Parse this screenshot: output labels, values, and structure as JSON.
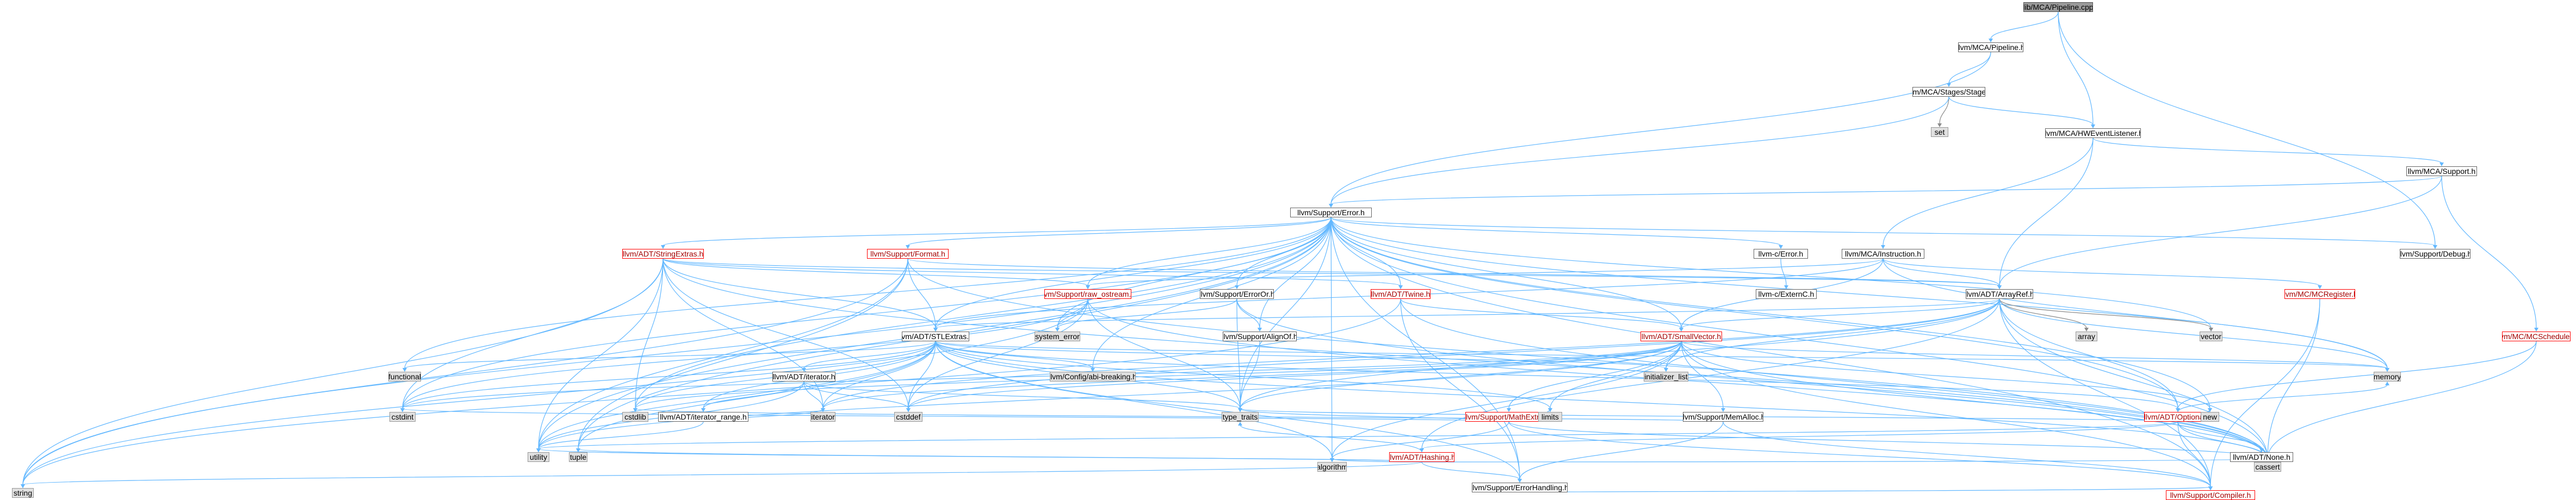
{
  "colors": {
    "edge_blue": "#63b8ff",
    "edge_grey": "#8a8a8a",
    "node_border": "#666666",
    "node_red": "#ff0000",
    "node_grey_fill": "#e0e0e0",
    "root_fill": "#9a9a9a"
  },
  "nodes": [
    {
      "id": "root",
      "label": "lib/MCA/Pipeline.cpp",
      "style": "root"
    },
    {
      "id": "pipeline",
      "label": "llvm/MCA/Pipeline.h",
      "style": "normal"
    },
    {
      "id": "stage",
      "label": "llvm/MCA/Stages/Stage.h",
      "style": "normal"
    },
    {
      "id": "set",
      "label": "set",
      "style": "grey"
    },
    {
      "id": "hwevent",
      "label": "llvm/MCA/HWEventListener.h",
      "style": "normal"
    },
    {
      "id": "support",
      "label": "llvm/MCA/Support.h",
      "style": "normal"
    },
    {
      "id": "error",
      "label": "llvm/Support/Error.h",
      "style": "normal"
    },
    {
      "id": "debug",
      "label": "llvm/Support/Debug.h",
      "style": "normal"
    },
    {
      "id": "instruction",
      "label": "llvm/MCA/Instruction.h",
      "style": "normal"
    },
    {
      "id": "cerror",
      "label": "llvm-c/Error.h",
      "style": "normal"
    },
    {
      "id": "cexternc",
      "label": "llvm-c/ExternC.h",
      "style": "normal"
    },
    {
      "id": "arrayref",
      "label": "llvm/ADT/ArrayRef.h",
      "style": "normal"
    },
    {
      "id": "stringextras",
      "label": "llvm/ADT/StringExtras.h",
      "style": "red"
    },
    {
      "id": "format",
      "label": "llvm/Support/Format.h",
      "style": "red"
    },
    {
      "id": "twine",
      "label": "llvm/ADT/Twine.h",
      "style": "red"
    },
    {
      "id": "rawostream",
      "label": "llvm/Support/raw_ostream.h",
      "style": "red"
    },
    {
      "id": "erroror",
      "label": "llvm/Support/ErrorOr.h",
      "style": "normal"
    },
    {
      "id": "mcregister",
      "label": "llvm/MC/MCRegister.h",
      "style": "red"
    },
    {
      "id": "mcschedule",
      "label": "llvm/MC/MCSchedule.h",
      "style": "red"
    },
    {
      "id": "array",
      "label": "array",
      "style": "grey"
    },
    {
      "id": "vector",
      "label": "vector",
      "style": "grey"
    },
    {
      "id": "systemerror",
      "label": "system_error",
      "style": "grey"
    },
    {
      "id": "stlextras",
      "label": "llvm/ADT/STLExtras.h",
      "style": "normal"
    },
    {
      "id": "smallvector",
      "label": "llvm/ADT/SmallVector.h",
      "style": "red"
    },
    {
      "id": "alignof",
      "label": "llvm/Support/AlignOf.h",
      "style": "normal"
    },
    {
      "id": "functional",
      "label": "functional",
      "style": "grey"
    },
    {
      "id": "adtiterator",
      "label": "llvm/ADT/iterator.h",
      "style": "normal"
    },
    {
      "id": "abibreaking",
      "label": "llvm/Config/abi-breaking.h",
      "style": "grey"
    },
    {
      "id": "initlist",
      "label": "initializer_list",
      "style": "grey"
    },
    {
      "id": "memalloc",
      "label": "llvm/Support/MemAlloc.h",
      "style": "normal"
    },
    {
      "id": "mathextras",
      "label": "llvm/Support/MathExtras.h",
      "style": "red"
    },
    {
      "id": "optional",
      "label": "llvm/ADT/Optional.h",
      "style": "red"
    },
    {
      "id": "memory",
      "label": "memory",
      "style": "grey"
    },
    {
      "id": "cstdint",
      "label": "cstdint",
      "style": "grey"
    },
    {
      "id": "cstdlib",
      "label": "cstdlib",
      "style": "grey"
    },
    {
      "id": "iterrange",
      "label": "llvm/ADT/iterator_range.h",
      "style": "normal"
    },
    {
      "id": "iterator",
      "label": "iterator",
      "style": "grey"
    },
    {
      "id": "cstddef",
      "label": "cstddef",
      "style": "grey"
    },
    {
      "id": "typetraits",
      "label": "type_traits",
      "style": "grey"
    },
    {
      "id": "limits",
      "label": "limits",
      "style": "grey"
    },
    {
      "id": "hashing",
      "label": "llvm/ADT/Hashing.h",
      "style": "red"
    },
    {
      "id": "new",
      "label": "new",
      "style": "grey"
    },
    {
      "id": "adtnone",
      "label": "llvm/ADT/None.h",
      "style": "normal"
    },
    {
      "id": "utility",
      "label": "utility",
      "style": "grey"
    },
    {
      "id": "tuple",
      "label": "tuple",
      "style": "grey"
    },
    {
      "id": "algorithm",
      "label": "algorithm",
      "style": "grey"
    },
    {
      "id": "errhandling",
      "label": "llvm/Support/ErrorHandling.h",
      "style": "normal"
    },
    {
      "id": "cassert",
      "label": "cassert",
      "style": "grey"
    },
    {
      "id": "string",
      "label": "string",
      "style": "grey"
    },
    {
      "id": "compiler",
      "label": "llvm/Support/Compiler.h",
      "style": "red"
    }
  ],
  "edges": [
    [
      "root",
      "pipeline",
      "blue"
    ],
    [
      "root",
      "hwevent",
      "blue"
    ],
    [
      "root",
      "debug",
      "blue"
    ],
    [
      "pipeline",
      "stage",
      "blue"
    ],
    [
      "pipeline",
      "error",
      "blue"
    ],
    [
      "stage",
      "set",
      "grey"
    ],
    [
      "stage",
      "hwevent",
      "blue"
    ],
    [
      "stage",
      "error",
      "blue"
    ],
    [
      "hwevent",
      "support",
      "blue"
    ],
    [
      "hwevent",
      "instruction",
      "blue"
    ],
    [
      "hwevent",
      "arrayref",
      "blue"
    ],
    [
      "support",
      "error",
      "blue"
    ],
    [
      "support",
      "arrayref",
      "blue"
    ],
    [
      "support",
      "mcschedule",
      "blue"
    ],
    [
      "error",
      "debug",
      "blue"
    ],
    [
      "error",
      "cerror",
      "blue"
    ],
    [
      "error",
      "stringextras",
      "blue"
    ],
    [
      "error",
      "format",
      "blue"
    ],
    [
      "error",
      "twine",
      "blue"
    ],
    [
      "error",
      "rawostream",
      "blue"
    ],
    [
      "error",
      "erroror",
      "blue"
    ],
    [
      "error",
      "stlextras",
      "blue"
    ],
    [
      "error",
      "smallvector",
      "blue"
    ],
    [
      "error",
      "alignof",
      "blue"
    ],
    [
      "error",
      "abibreaking",
      "blue"
    ],
    [
      "error",
      "systemerror",
      "blue"
    ],
    [
      "error",
      "errhandling",
      "blue"
    ],
    [
      "error",
      "compiler",
      "blue"
    ],
    [
      "error",
      "typetraits",
      "blue"
    ],
    [
      "error",
      "cassert",
      "blue"
    ],
    [
      "error",
      "cstdint",
      "blue"
    ],
    [
      "error",
      "cstdlib",
      "blue"
    ],
    [
      "error",
      "functional",
      "blue"
    ],
    [
      "error",
      "string",
      "blue"
    ],
    [
      "error",
      "memory",
      "blue"
    ],
    [
      "error",
      "utility",
      "blue"
    ],
    [
      "error",
      "tuple",
      "blue"
    ],
    [
      "error",
      "algorithm",
      "blue"
    ],
    [
      "error",
      "vector",
      "blue"
    ],
    [
      "error",
      "new",
      "blue"
    ],
    [
      "error",
      "optional",
      "blue"
    ],
    [
      "cerror",
      "cexternc",
      "blue"
    ],
    [
      "instruction",
      "arrayref",
      "blue"
    ],
    [
      "instruction",
      "mcregister",
      "blue"
    ],
    [
      "instruction",
      "smallvector",
      "blue"
    ],
    [
      "instruction",
      "stlextras",
      "blue"
    ],
    [
      "instruction",
      "rawostream",
      "blue"
    ],
    [
      "instruction",
      "memory",
      "blue"
    ],
    [
      "arrayref",
      "array",
      "grey"
    ],
    [
      "arrayref",
      "vector",
      "grey"
    ],
    [
      "arrayref",
      "smallvector",
      "blue"
    ],
    [
      "arrayref",
      "stlextras",
      "blue"
    ],
    [
      "arrayref",
      "optional",
      "blue"
    ],
    [
      "arrayref",
      "hashing",
      "blue"
    ],
    [
      "arrayref",
      "compiler",
      "blue"
    ],
    [
      "arrayref",
      "cassert",
      "blue"
    ],
    [
      "arrayref",
      "memory",
      "blue"
    ],
    [
      "arrayref",
      "initlist",
      "blue"
    ],
    [
      "arrayref",
      "iterator",
      "blue"
    ],
    [
      "arrayref",
      "cstddef",
      "blue"
    ],
    [
      "arrayref",
      "typetraits",
      "blue"
    ],
    [
      "stringextras",
      "arrayref",
      "blue"
    ],
    [
      "stringextras",
      "stlextras",
      "blue"
    ],
    [
      "stringextras",
      "twine",
      "blue"
    ],
    [
      "stringextras",
      "cstdint",
      "blue"
    ],
    [
      "stringextras",
      "cstdlib",
      "blue"
    ],
    [
      "stringextras",
      "string",
      "blue"
    ],
    [
      "stringextras",
      "utility",
      "blue"
    ],
    [
      "stringextras",
      "iterator",
      "blue"
    ],
    [
      "stringextras",
      "cstddef",
      "blue"
    ],
    [
      "stringextras",
      "rawostream",
      "blue"
    ],
    [
      "stringextras",
      "cassert",
      "blue"
    ],
    [
      "format",
      "arrayref",
      "blue"
    ],
    [
      "format",
      "stlextras",
      "blue"
    ],
    [
      "format",
      "string",
      "blue"
    ],
    [
      "format",
      "tuple",
      "blue"
    ],
    [
      "format",
      "utility",
      "blue"
    ],
    [
      "format",
      "cassert",
      "blue"
    ],
    [
      "twine",
      "smallvector",
      "blue"
    ],
    [
      "twine",
      "errhandling",
      "blue"
    ],
    [
      "twine",
      "cassert",
      "blue"
    ],
    [
      "twine",
      "string",
      "blue"
    ],
    [
      "rawostream",
      "systemerror",
      "blue"
    ],
    [
      "rawostream",
      "string",
      "blue"
    ],
    [
      "rawostream",
      "typetraits",
      "blue"
    ],
    [
      "rawostream",
      "cassert",
      "blue"
    ],
    [
      "rawostream",
      "cstddef",
      "blue"
    ],
    [
      "rawostream",
      "cstdint",
      "blue"
    ],
    [
      "erroror",
      "alignof",
      "blue"
    ],
    [
      "erroror",
      "systemerror",
      "blue"
    ],
    [
      "erroror",
      "typetraits",
      "blue"
    ],
    [
      "erroror",
      "cassert",
      "blue"
    ],
    [
      "mcregister",
      "cassert",
      "blue"
    ],
    [
      "mcregister",
      "compiler",
      "blue"
    ],
    [
      "mcschedule",
      "optional",
      "blue"
    ],
    [
      "mcschedule",
      "cassert",
      "blue"
    ],
    [
      "stlextras",
      "adtiterator",
      "blue"
    ],
    [
      "stlextras",
      "iterrange",
      "blue"
    ],
    [
      "stlextras",
      "optional",
      "blue"
    ],
    [
      "stlextras",
      "abibreaking",
      "blue"
    ],
    [
      "stlextras",
      "errhandling",
      "blue"
    ],
    [
      "stlextras",
      "functional",
      "blue"
    ],
    [
      "stlextras",
      "initlist",
      "blue"
    ],
    [
      "stlextras",
      "iterator",
      "blue"
    ],
    [
      "stlextras",
      "limits",
      "blue"
    ],
    [
      "stlextras",
      "memory",
      "blue"
    ],
    [
      "stlextras",
      "tuple",
      "blue"
    ],
    [
      "stlextras",
      "typetraits",
      "blue"
    ],
    [
      "stlextras",
      "utility",
      "blue"
    ],
    [
      "stlextras",
      "algorithm",
      "blue"
    ],
    [
      "stlextras",
      "cassert",
      "blue"
    ],
    [
      "stlextras",
      "cstddef",
      "blue"
    ],
    [
      "stlextras",
      "cstdint",
      "blue"
    ],
    [
      "stlextras",
      "cstdlib",
      "blue"
    ],
    [
      "smallvector",
      "memalloc",
      "blue"
    ],
    [
      "smallvector",
      "mathextras",
      "blue"
    ],
    [
      "smallvector",
      "compiler",
      "blue"
    ],
    [
      "smallvector",
      "typetraits",
      "blue"
    ],
    [
      "smallvector",
      "initlist",
      "blue"
    ],
    [
      "smallvector",
      "iterator",
      "blue"
    ],
    [
      "smallvector",
      "limits",
      "blue"
    ],
    [
      "smallvector",
      "memory",
      "blue"
    ],
    [
      "smallvector",
      "new",
      "blue"
    ],
    [
      "smallvector",
      "utility",
      "blue"
    ],
    [
      "smallvector",
      "algorithm",
      "blue"
    ],
    [
      "smallvector",
      "cassert",
      "blue"
    ],
    [
      "smallvector",
      "cstddef",
      "blue"
    ],
    [
      "smallvector",
      "cstdint",
      "blue"
    ],
    [
      "smallvector",
      "cstdlib",
      "blue"
    ],
    [
      "alignof",
      "typetraits",
      "blue"
    ],
    [
      "adtiterator",
      "iterrange",
      "blue"
    ],
    [
      "adtiterator",
      "iterator",
      "blue"
    ],
    [
      "adtiterator",
      "cstddef",
      "blue"
    ],
    [
      "adtiterator",
      "typetraits",
      "blue"
    ],
    [
      "adtiterator",
      "utility",
      "blue"
    ],
    [
      "memalloc",
      "compiler",
      "blue"
    ],
    [
      "memalloc",
      "errhandling",
      "blue"
    ],
    [
      "memalloc",
      "cstdlib",
      "blue"
    ],
    [
      "mathextras",
      "compiler",
      "blue"
    ],
    [
      "mathextras",
      "cassert",
      "blue"
    ],
    [
      "mathextras",
      "limits",
      "blue"
    ],
    [
      "mathextras",
      "algorithm",
      "blue"
    ],
    [
      "mathextras",
      "cstdint",
      "blue"
    ],
    [
      "mathextras",
      "typetraits",
      "blue"
    ],
    [
      "optional",
      "hashing",
      "blue"
    ],
    [
      "optional",
      "adtnone",
      "blue"
    ],
    [
      "optional",
      "compiler",
      "blue"
    ],
    [
      "optional",
      "cassert",
      "blue"
    ],
    [
      "optional",
      "memory",
      "blue"
    ],
    [
      "optional",
      "new",
      "blue"
    ],
    [
      "optional",
      "utility",
      "blue"
    ],
    [
      "optional",
      "typetraits",
      "blue"
    ],
    [
      "iterrange",
      "utility",
      "blue"
    ],
    [
      "iterrange",
      "iterator",
      "blue"
    ],
    [
      "hashing",
      "errhandling",
      "blue"
    ],
    [
      "hashing",
      "algorithm",
      "blue"
    ],
    [
      "hashing",
      "cassert",
      "blue"
    ],
    [
      "hashing",
      "string",
      "blue"
    ],
    [
      "hashing",
      "tuple",
      "blue"
    ],
    [
      "hashing",
      "utility",
      "blue"
    ],
    [
      "hashing",
      "typetraits",
      "blue"
    ],
    [
      "errhandling",
      "compiler",
      "blue"
    ]
  ]
}
